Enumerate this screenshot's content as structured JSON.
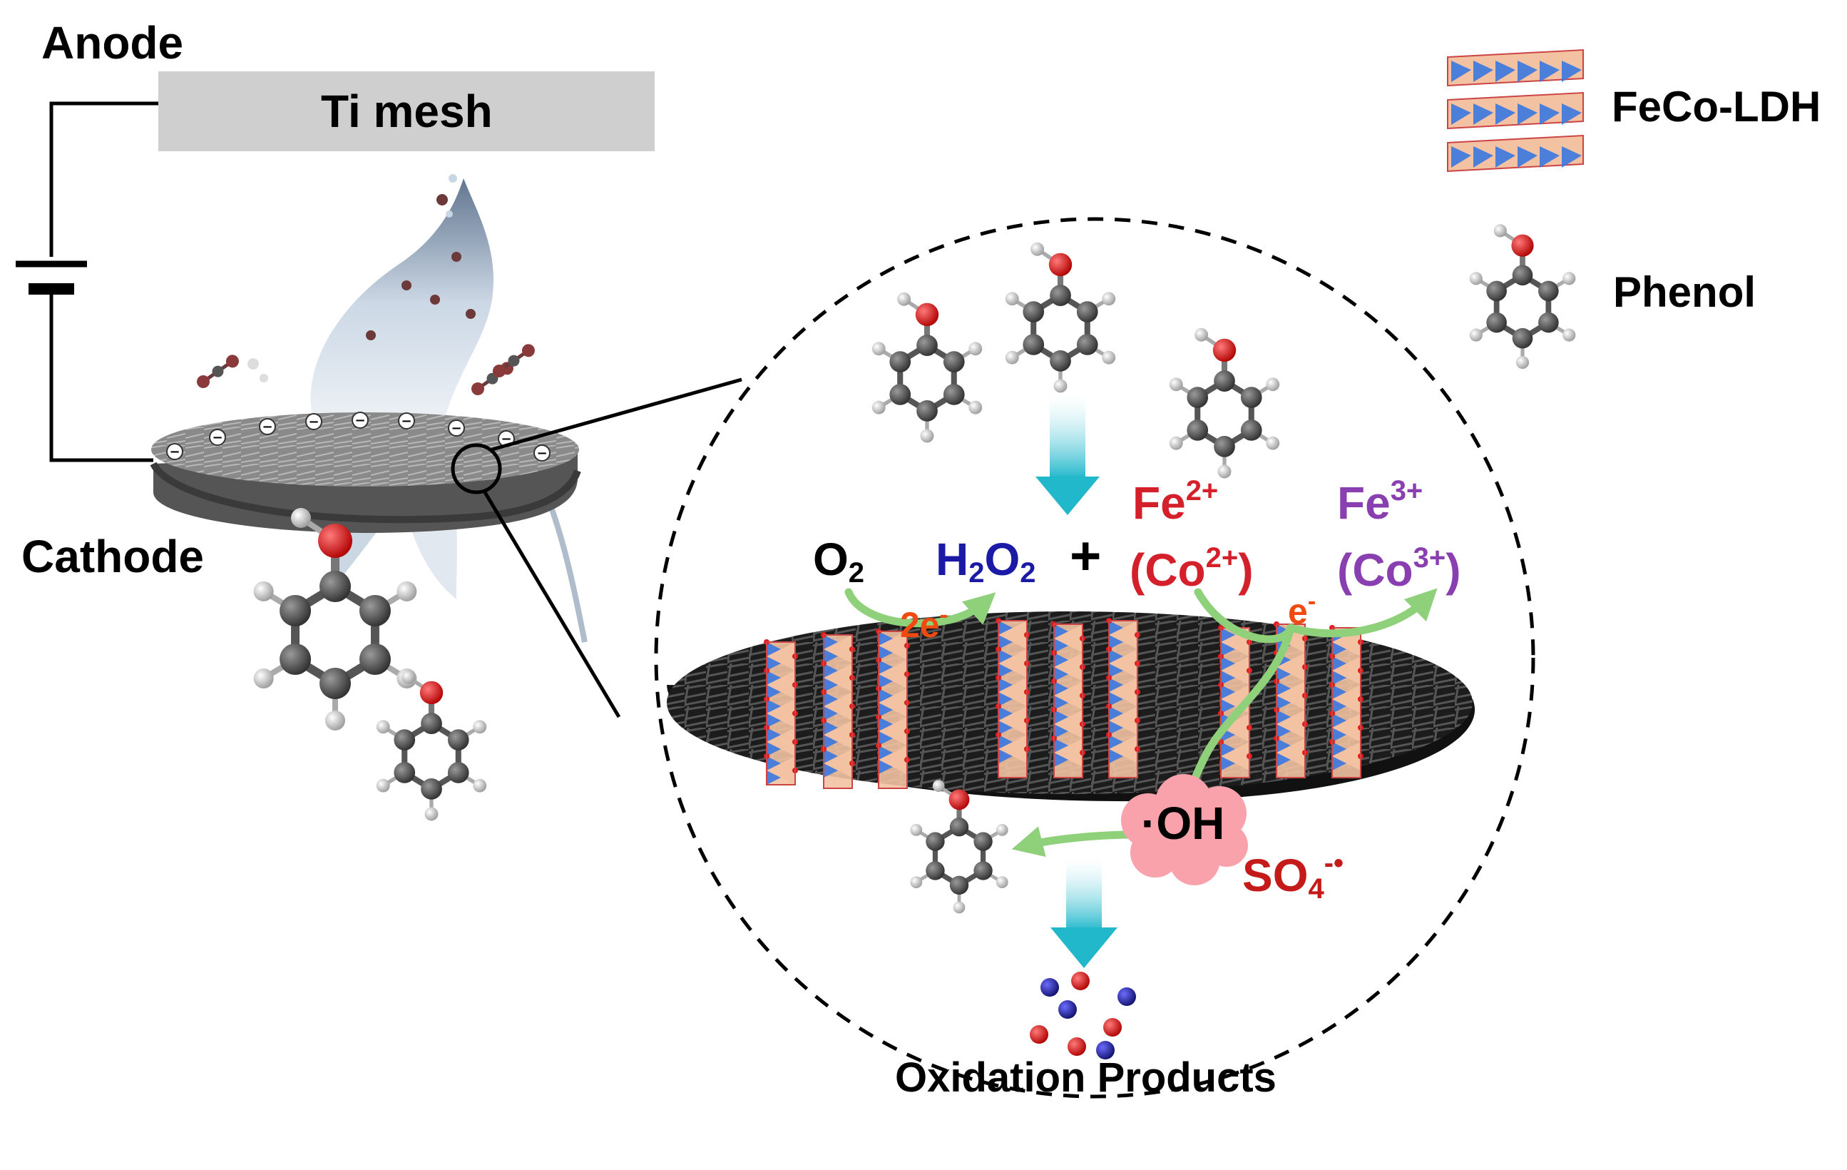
{
  "labels": {
    "anode": "Anode",
    "ti_mesh": "Ti mesh",
    "cathode": "Cathode",
    "o2_main": "O",
    "o2_sub": "2",
    "h2o2_h": "H",
    "h2o2_sub1": "2",
    "h2o2_o": "O",
    "h2o2_sub2": "2",
    "plus": "+",
    "two_e": "2e",
    "two_e_sup": "-",
    "fe2": "Fe",
    "fe2_sup": "2+",
    "co2_open": "(Co",
    "co2_sup": "2+",
    "co2_close": ")",
    "fe3": "Fe",
    "fe3_sup": "3+",
    "co3_open": "(Co",
    "co3_sup": "3+",
    "co3_close": ")",
    "e_minus": "e",
    "e_minus_sup": "-",
    "oh_radical": "·OH",
    "so4": "SO",
    "so4_sub": "4",
    "so4_sup": "-•",
    "oxidation_products": "Oxidation Products"
  },
  "legend": {
    "ldh_label": "FeCo-LDH",
    "phenol_label": "Phenol"
  },
  "colors": {
    "black_text": "#000000",
    "blue_text": "#1a1aa6",
    "red_text": "#d4202a",
    "purple_text": "#8a3fb0",
    "orange_text": "#f04a10",
    "green_arrow": "#8fd17a",
    "cyan_arrow": "#22b8cc",
    "pink_cloud": "#f9a2ab",
    "mesh_gray": "#cfcfcf",
    "ldh_blue": "#3a78e0",
    "ldh_peach": "#f3c2a2",
    "oxygen_red": "#e21b1b",
    "carbon_gray": "#4a4a4a",
    "product_blue": "#1a1aa6",
    "product_red": "#e21b1b"
  }
}
